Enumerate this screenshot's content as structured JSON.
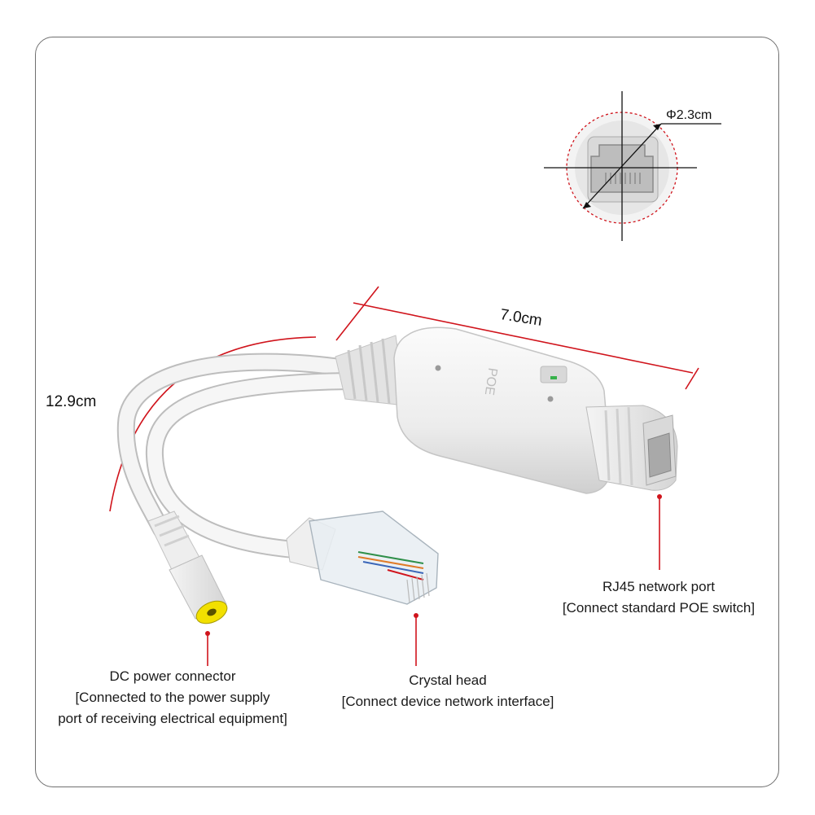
{
  "dimensions": {
    "port_diameter": "Φ2.3cm",
    "body_length": "7.0cm",
    "cable_length": "12.9cm"
  },
  "callouts": {
    "dc": {
      "line1": "DC power connector",
      "line2": "[Connected to the power supply",
      "line3": "port of receiving electrical equipment]"
    },
    "crystal": {
      "line1": "Crystal head",
      "line2": "[Connect device network interface]"
    },
    "rj45": {
      "line1": "RJ45 network port",
      "line2": "[Connect standard POE switch]"
    }
  },
  "product_marking": "POE",
  "colors": {
    "frame": "#6f6f6f",
    "accent_red": "#d0141c",
    "device_body": "#f1f1f1",
    "dc_tip": "#f2e000"
  }
}
